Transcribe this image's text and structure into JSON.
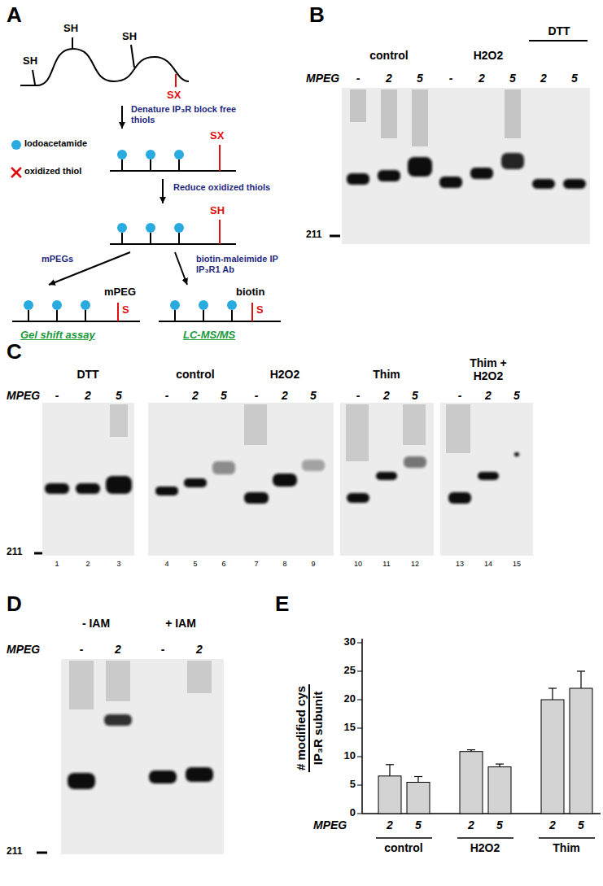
{
  "diagram": {
    "nodes": [
      {
        "text": [
          "SH",
          "SH",
          "SH",
          "SX"
        ]
      },
      {
        "text": [
          "SX"
        ]
      },
      {
        "text": [
          "SH"
        ]
      },
      {
        "text": [
          "mPEG",
          "S",
          "Gel shift assay"
        ]
      },
      {
        "text": [
          "biotin",
          "S",
          "LC-MS/MS"
        ]
      }
    ],
    "edges": [
      {
        "from": 0,
        "to": 1,
        "arrow": "to",
        "label": "Denature IP₃R block free thiols"
      },
      {
        "from": 1,
        "to": 2,
        "arrow": "to",
        "label": "Reduce oxidized thiols"
      },
      {
        "from": 2,
        "to": 3,
        "arrow": "to",
        "label": "mPEGs"
      },
      {
        "from": 2,
        "to": 4,
        "arrow": "to",
        "label": "biotin-maleimide IP IP₃R1 Ab"
      }
    ],
    "labels": [
      "A",
      "B",
      "DTT",
      "control",
      "H2O2",
      "MPEG",
      "-",
      "2",
      "5",
      "-",
      "2",
      "5",
      "2",
      "5",
      "211",
      "C",
      "DTT",
      "control",
      "H2O2",
      "Thim",
      "Thim + H2O2",
      "MPEG",
      "-",
      "2",
      "5",
      "-",
      "2",
      "5",
      "-",
      "2",
      "5",
      "-",
      "2",
      "5",
      "-",
      "2",
      "5",
      "211",
      "1",
      "2",
      "3",
      "4",
      "5",
      "6",
      "7",
      "8",
      "9",
      "10",
      "11",
      "12",
      "13",
      "14",
      "15",
      "D",
      "- IAM",
      "+ IAM",
      "MPEG",
      "-",
      "2",
      "-",
      "2",
      "211",
      "E",
      "# modified cys",
      "IP₃R subunit",
      "0",
      "5",
      "10",
      "15",
      "20",
      "25",
      "30",
      "2",
      "5",
      "2",
      "5",
      "2",
      "5",
      "MPEG",
      "control",
      "H2O2",
      "Thim"
    ],
    "legend": [
      {
        "text": "Iodoacetamide",
        "color": "#29abe2"
      },
      {
        "text": "oxidized thiol"
      }
    ]
  }
}
